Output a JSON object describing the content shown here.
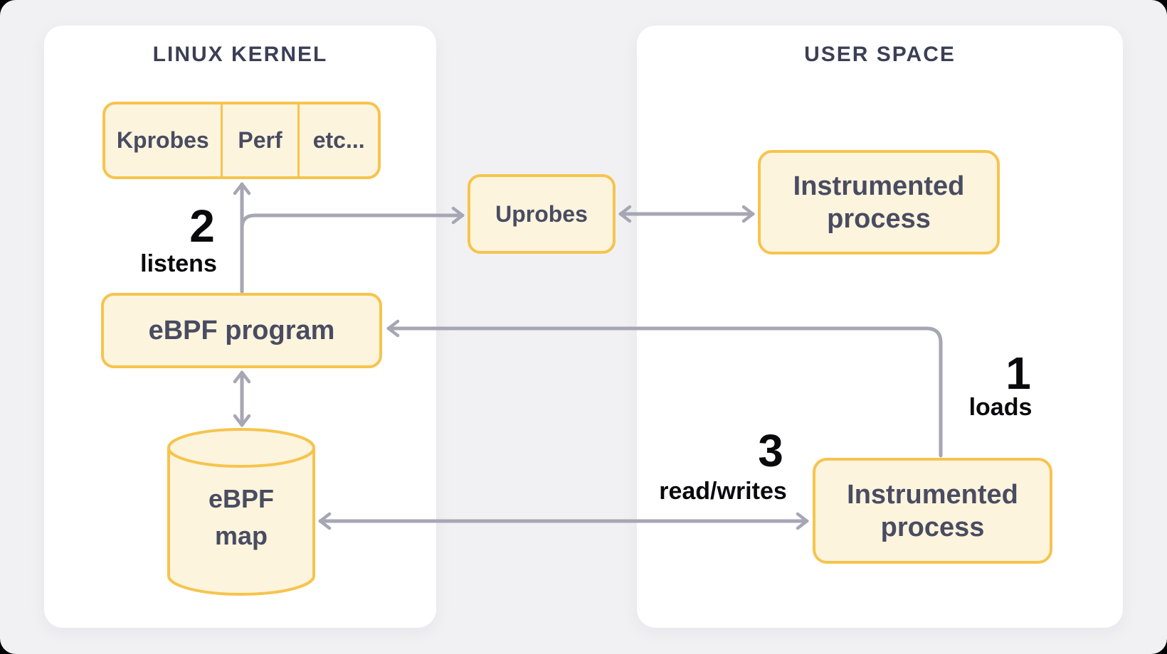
{
  "colors": {
    "page-bg": "#000000",
    "canvas-bg": "#f1f1f4",
    "panel-bg": "#ffffff",
    "gold": "#f6c44d",
    "cream": "#fdf4de",
    "arrow": "#a6a6b5",
    "node-text": "#494c61",
    "title-text": "#3b3f54",
    "label-text": "#0a0a0c"
  },
  "panels": {
    "kernel": {
      "title": "LINUX KERNEL"
    },
    "user": {
      "title": "USER SPACE"
    }
  },
  "nodes": {
    "probes": {
      "cells": [
        "Kprobes",
        "Perf",
        "etc..."
      ]
    },
    "uprobes": {
      "label": "Uprobes"
    },
    "ebpf_program": {
      "label": "eBPF program"
    },
    "ebpf_map": {
      "line1": "eBPF",
      "line2": "map"
    },
    "instrumented_top": {
      "line1": "Instrumented",
      "line2": "process"
    },
    "instrumented_bottom": {
      "line1": "Instrumented",
      "line2": "process"
    }
  },
  "steps": {
    "step1": {
      "number": "1",
      "label": "loads"
    },
    "step2": {
      "number": "2",
      "label": "listens"
    },
    "step3": {
      "number": "3",
      "label": "read/writes"
    }
  }
}
